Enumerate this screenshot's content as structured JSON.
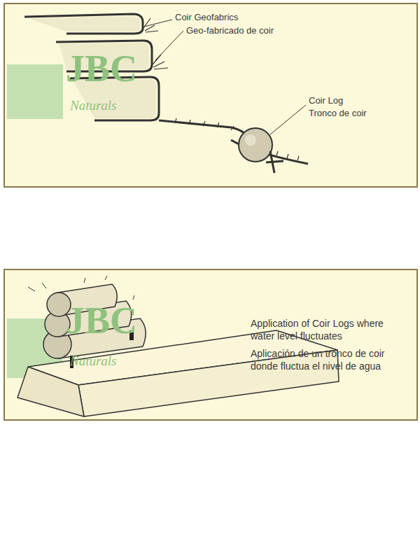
{
  "diagram": {
    "labels": [
      "Coir Geofabrics",
      "Geo-fabricado de coir",
      "Coir Log",
      "Tronco de coir",
      "Application of Coir Logs where water level fluctuates",
      "Aplicación de un tronco de coir donde fluctua el nivel de agua",
      "JBC",
      "Naturals",
      "JBC",
      "Naturals"
    ]
  }
}
